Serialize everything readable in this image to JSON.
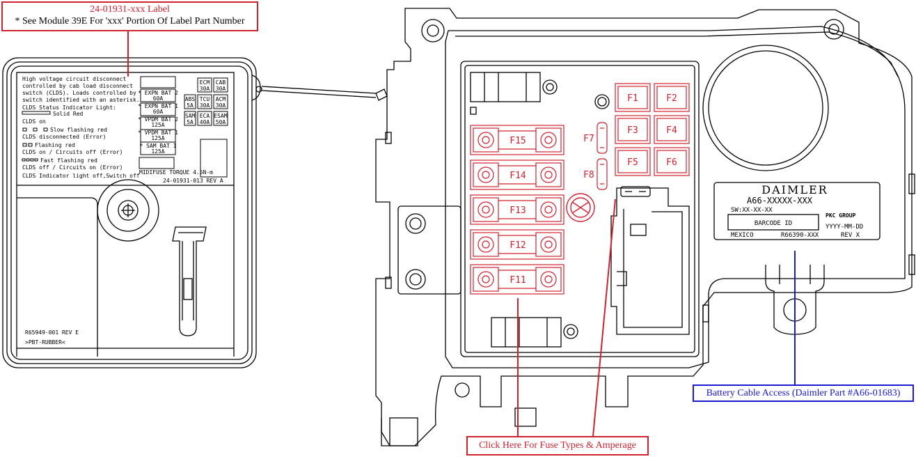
{
  "callouts": {
    "label_title": "24-01931-xxx Label",
    "label_note": "* See Module 39E For 'xxx' Portion Of Label Part Number",
    "fuse_link": "Click Here For Fuse Types & Amperage",
    "battery_access": "Battery Cable Access (Daimler Part #A66-01683)"
  },
  "cover_label": {
    "hv_text": [
      "High voltage circuit disconnect",
      "controlled by cab load disconnect",
      "switch (CLDS).  Loads controlled by",
      "switch identified with an asterisk."
    ],
    "status_heading": "CLDS Status Indicator Light:",
    "solid_red": "Solid Red",
    "clds_on": "CLDS on",
    "slow_flash": "Slow flashing red",
    "clds_disconnected": "CLDS disconnected (Error)",
    "flashing_red": "Flashing red",
    "clds_on_circuits_off": "CLDS on / Circuits off (Error)",
    "fast_flash": "Fast flashing red",
    "clds_off_circuits_on": "CLDS off / Circuits on (Error)",
    "clds_light_off": "CLDS Indicator light off,Switch off",
    "midifuse_torque": "MIDIFUSE TORQUE 4.5N-m",
    "label_part": "24-01931-013 REV A",
    "midi_fuses": [
      {
        "name": "* EXPN BAT 2",
        "amp": "60A"
      },
      {
        "name": "* EXPN BAT 1",
        "amp": "60A"
      },
      {
        "name": "* VPDM BAT 2",
        "amp": "125A"
      },
      {
        "name": "* VPDM BAT 1",
        "amp": "125A"
      },
      {
        "name": "* SAM BAT 1",
        "amp": "125A"
      }
    ],
    "small_fuses": [
      {
        "name": "ECM",
        "amp": "30A"
      },
      {
        "name": "CAB",
        "amp": "30A"
      },
      {
        "name": "ABS",
        "amp": "5A"
      },
      {
        "name": "TCU",
        "amp": "30A"
      },
      {
        "name": "ACM",
        "amp": "30A"
      },
      {
        "name": "SAM",
        "amp": "5A"
      },
      {
        "name": "ECA",
        "amp": "40A"
      },
      {
        "name": "ESAM",
        "amp": "50A"
      }
    ],
    "mold_part": "R65949-001 REV E",
    "material": ">PBT-RUBBER<"
  },
  "fuses": {
    "midi": [
      "F15",
      "F14",
      "F13",
      "F12",
      "F11"
    ],
    "mini_square": [
      "F1",
      "F2",
      "F3",
      "F4",
      "F5",
      "F6"
    ],
    "blade": [
      "F7",
      "F8"
    ]
  },
  "module_label": {
    "brand": "DAIMLER",
    "part": "A66-XXXXX-XXX",
    "sw": "SW:XX-XX-XX",
    "barcode": "BARCODE ID",
    "maker": "PKC GROUP",
    "date": "YYYY-MM-DD",
    "origin": "MEXICO",
    "ref": "R66390-XXX",
    "rev": "REV X"
  },
  "colors": {
    "callout_red": "#d0212f",
    "callout_blue": "#1a1ad0",
    "line": "#000000"
  }
}
